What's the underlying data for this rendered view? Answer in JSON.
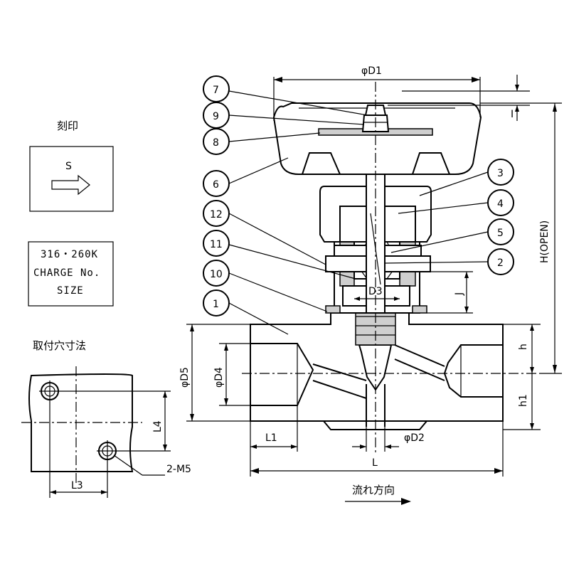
{
  "marking": {
    "title": "刻印",
    "flow_letter": "S",
    "tag_lines": [
      "316・260K",
      "CHARGE No.",
      "SIZE"
    ]
  },
  "mounting": {
    "title": "取付穴寸法",
    "dim_L3": "L3",
    "dim_L4": "L4",
    "holes": "2-M5"
  },
  "balloons": [
    "7",
    "9",
    "8",
    "6",
    "12",
    "11",
    "10",
    "1",
    "3",
    "4",
    "5",
    "2"
  ],
  "dimensions": {
    "D1": "φD1",
    "D2": "φD2",
    "D3": "D3",
    "D4": "φD4",
    "D5": "φD5",
    "H": "H(OPEN)",
    "h": "h",
    "h1": "h1",
    "J": "J",
    "I": "I",
    "L": "L",
    "L1": "L1"
  },
  "flow_direction": "流れ方向"
}
